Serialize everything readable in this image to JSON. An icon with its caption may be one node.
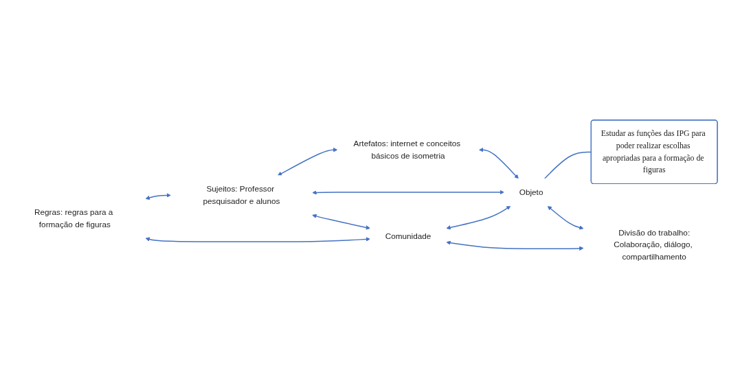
{
  "diagram": {
    "nodes": [
      {
        "text": [
          "Artefatos: internet e conceitos básicos de isometria"
        ]
      },
      {
        "text": [
          "Sujeitos: Professor pesquisador e alunos"
        ]
      },
      {
        "text": [
          "Objeto"
        ]
      },
      {
        "text": [
          "Estudar as funções das IPG para poder realizar escolhas apropriadas para a formação de figuras"
        ]
      },
      {
        "text": [
          "Regras: regras para a formação de figuras"
        ]
      },
      {
        "text": [
          "Comunidade"
        ]
      },
      {
        "text": [
          "Divisão do trabalho:",
          "Colaboração, diálogo, compartilhamento"
        ]
      }
    ],
    "edges": [
      {
        "from": 0,
        "to": 1,
        "arrow": "both"
      },
      {
        "from": 0,
        "to": 2,
        "arrow": "both"
      },
      {
        "from": 1,
        "to": 2,
        "arrow": "both"
      },
      {
        "from": 3,
        "to": 2,
        "arrow": "none"
      },
      {
        "from": 1,
        "to": 4,
        "arrow": "both"
      },
      {
        "from": 1,
        "to": 5,
        "arrow": "both"
      },
      {
        "from": 2,
        "to": 5,
        "arrow": "both"
      },
      {
        "from": 2,
        "to": 6,
        "arrow": "both"
      },
      {
        "from": 4,
        "to": 5,
        "arrow": "both"
      },
      {
        "from": 5,
        "to": 6,
        "arrow": "both"
      }
    ]
  }
}
